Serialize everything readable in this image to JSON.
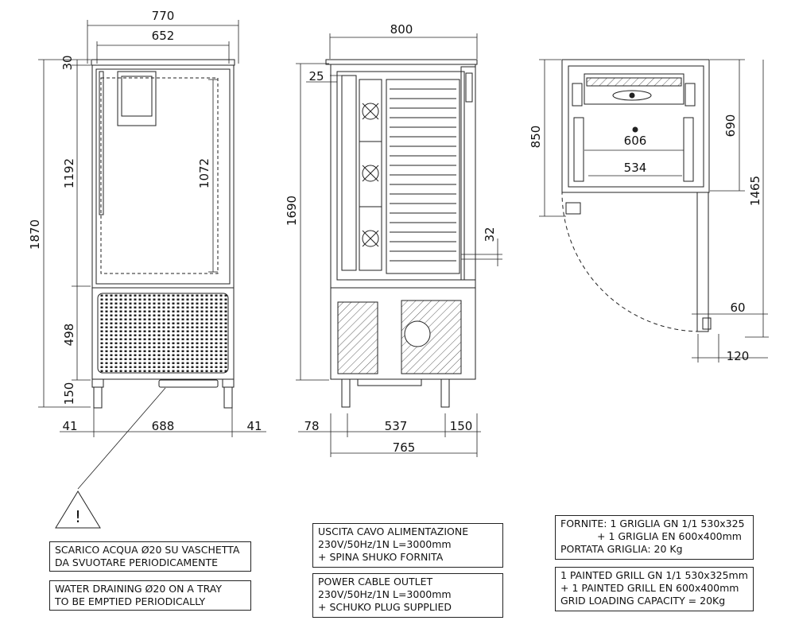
{
  "front_view": {
    "width_total": "770",
    "width_inner": "652",
    "top_height": "30",
    "door_height": "1192",
    "inner_height": "1072",
    "total_height": "1870",
    "lower_height": "498",
    "feet_height": "150",
    "foot_left": "41",
    "feet_span": "688",
    "foot_right": "41"
  },
  "side_view": {
    "depth_top": "800",
    "offset_25": "25",
    "height_1690": "1690",
    "height_32": "32",
    "left_78": "78",
    "mid_537": "537",
    "right_150": "150",
    "depth_bottom": "765"
  },
  "plan_view": {
    "height_850": "850",
    "height_690": "690",
    "width_606": "606",
    "width_534": "534",
    "height_1465": "1465",
    "offset_60": "60",
    "offset_120": "120"
  },
  "warning": {
    "symbol": "!",
    "it_line1": "SCARICO ACQUA Ø20 SU VASCHETTA",
    "it_line2": "DA SVUOTARE PERIODICAMENTE",
    "en_line1": "WATER DRAINING Ø20 ON A TRAY",
    "en_line2": "TO BE EMPTIED PERIODICALLY"
  },
  "power": {
    "it_line1": "USCITA CAVO ALIMENTAZIONE",
    "it_line2": "230V/50Hz/1N L=3000mm",
    "it_line3": "+ SPINA SHUKO FORNITA",
    "en_line1": "POWER CABLE OUTLET",
    "en_line2": "230V/50Hz/1N L=3000mm",
    "en_line3": "+ SCHUKO PLUG SUPPLIED"
  },
  "grills": {
    "it_line1": "FORNITE: 1 GRIGLIA GN 1/1 530x325",
    "it_line2": "+ 1 GRIGLIA EN 600x400mm",
    "it_line3": "PORTATA GRIGLIA: 20 Kg",
    "en_line1": "1  PAINTED GRILL GN 1/1 530x325mm",
    "en_line2": "+ 1 PAINTED GRILL EN 600x400mm",
    "en_line3": "GRID LOADING CAPACITY = 20Kg"
  }
}
